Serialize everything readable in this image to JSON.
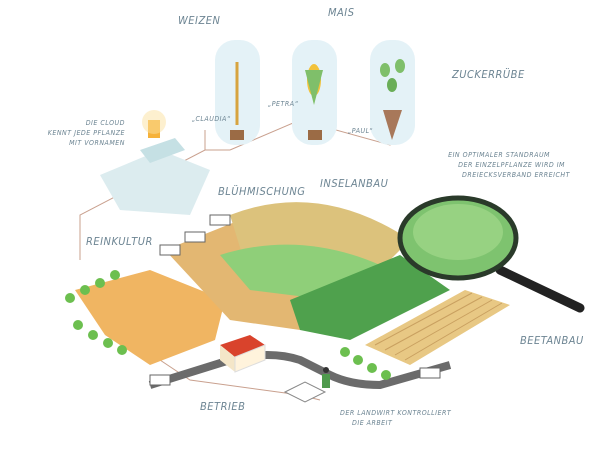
{
  "crops": {
    "wheat": "WEIZEN",
    "corn": "MAIS",
    "beet": "ZUCKERRÜBE"
  },
  "plant_names": {
    "wheat": "„CLAUDIA“",
    "corn": "„PETRA“",
    "beet": "„PAUL“"
  },
  "cloud_note": [
    "DIE CLOUD",
    "KENNT JEDE PFLANZE",
    "MIT VORNAMEN"
  ],
  "fields": {
    "flower_mix": "BLÜHMISCHUNG",
    "island": "INSELANBAU",
    "mono": "REINKULTUR",
    "bed": "BEETANBAU",
    "farm": "BETRIEB"
  },
  "magnifier_note": [
    "EIN OPTIMALER STANDRAUM",
    "DER EINZELPFLANZE WIRD IM",
    "DREIECKSVERBAND ERREICHT"
  ],
  "farmer_note": [
    "DER LANDWIRT KONTROLLIERT",
    "DIE ARBEIT"
  ],
  "colors": {
    "label": "#6d8593",
    "line": "#c9a08e",
    "orange": "#f0b562",
    "green": "#7fbf6a",
    "dark_green": "#4fa14d",
    "tan": "#e8c884",
    "road": "#6b6b6b"
  }
}
